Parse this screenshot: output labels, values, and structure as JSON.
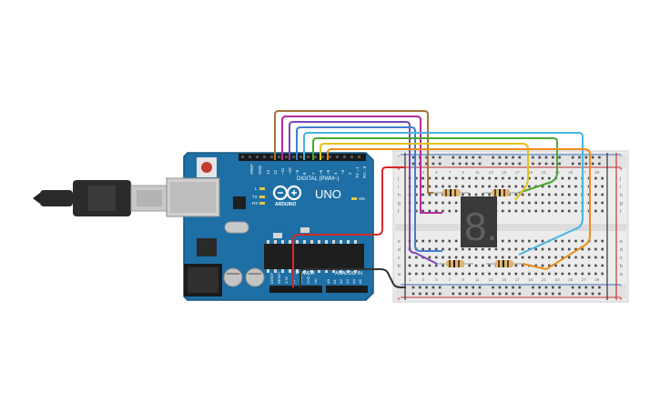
{
  "circuit": {
    "arduino": {
      "logo_text": "ARDUINO",
      "model_text": "UNO",
      "on_label": "ON",
      "tx_label": "TX",
      "rx_label": "RX",
      "l_label": "L",
      "digital_label": "DIGITAL (PWM~)",
      "power_label": "POWER",
      "analog_label": "ANALOG IN",
      "aref_label": "AREF",
      "gnd_label": "GND",
      "tx_pin_label": "TX→1",
      "rx_pin_label": "RX←0",
      "digital_pins": [
        "13",
        "12",
        "~11",
        "~10",
        "~9",
        "8",
        "7",
        "~6",
        "~5",
        "4",
        "~3",
        "2"
      ],
      "power_pins": [
        "IOREF",
        "RESET",
        "3.3V",
        "5V",
        "GND",
        "GND",
        "Vin"
      ],
      "analog_pins": [
        "A0",
        "A1",
        "A2",
        "A3",
        "A4",
        "A5"
      ]
    },
    "breadboard": {
      "row_letters_top": [
        "j",
        "i",
        "h",
        "g",
        "f"
      ],
      "row_letters_bottom": [
        "e",
        "d",
        "c",
        "b",
        "a"
      ],
      "column_numbers": [
        "1",
        "3",
        "5",
        "7",
        "9",
        "11",
        "13",
        "15",
        "17",
        "19",
        "21",
        "23",
        "25",
        "27",
        "29"
      ],
      "plus_sign": "+",
      "minus_sign": "-"
    },
    "display": {
      "digit": "8."
    },
    "colors": {
      "board": "#1e6fa5",
      "breadboard": "#ececec",
      "wire_brown": "#a5753b",
      "wire_magenta": "#b12c9e",
      "wire_purple": "#7a45b5",
      "wire_blue": "#3f7fd0",
      "wire_cyan": "#45b5e0",
      "wire_green": "#4aa82e",
      "wire_yellow": "#e0c21b",
      "wire_orange": "#ee8d1c",
      "wire_red": "#d42a2a",
      "wire_black": "#333333"
    }
  }
}
